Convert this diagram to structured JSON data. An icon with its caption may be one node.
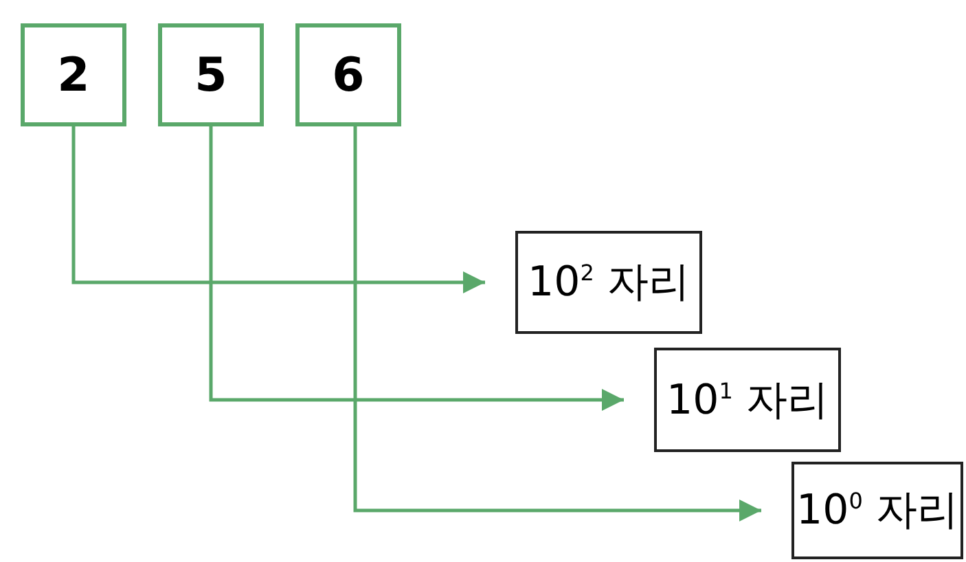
{
  "diagram": {
    "nodes": [
      {
        "text": [
          "2"
        ]
      },
      {
        "text": [
          "5"
        ]
      },
      {
        "text": [
          "6"
        ]
      },
      {
        "text": [
          "10$^{2}$ 자리"
        ]
      },
      {
        "text": [
          "10$^{1}$ 자리"
        ]
      },
      {
        "text": [
          "10$^{0}$ 자리"
        ]
      }
    ],
    "edges": [
      {
        "from": 0,
        "to": 3,
        "arrow": "to"
      },
      {
        "from": 1,
        "to": 4,
        "arrow": "to"
      },
      {
        "from": 2,
        "to": 5,
        "arrow": "to"
      }
    ]
  }
}
